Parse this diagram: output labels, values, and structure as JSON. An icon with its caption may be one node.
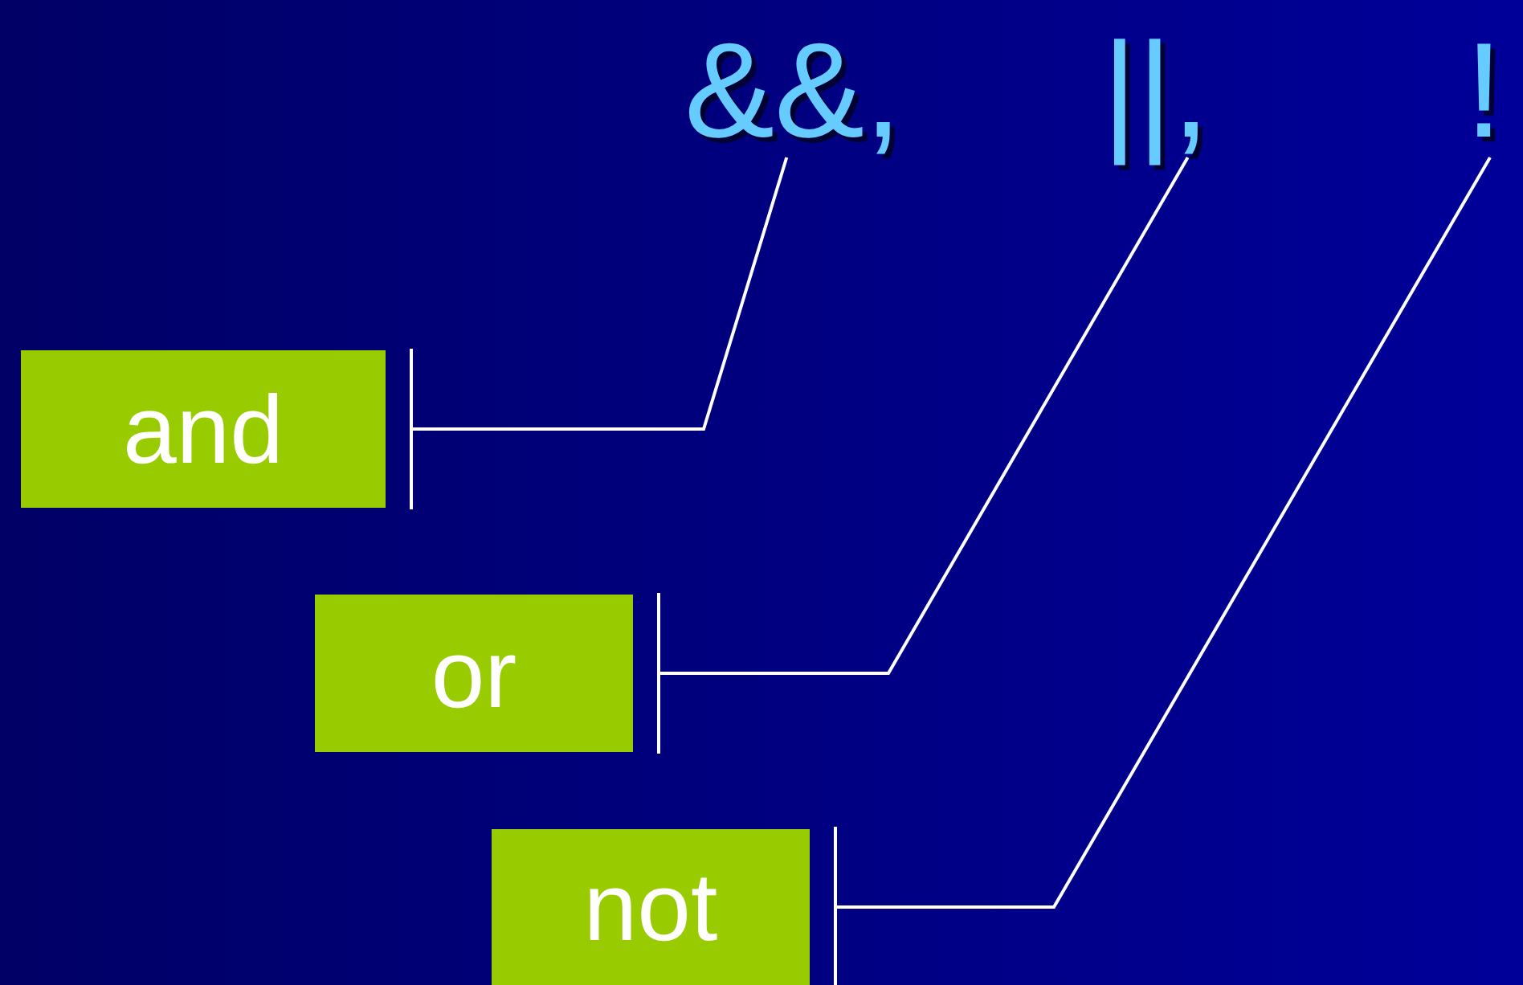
{
  "diagram": {
    "nodes": [
      {
        "text": [
          "&&,"
        ]
      },
      {
        "text": [
          "||,"
        ]
      },
      {
        "text": [
          "!"
        ]
      },
      {
        "text": [
          "and"
        ]
      },
      {
        "text": [
          "or"
        ]
      },
      {
        "text": [
          "not"
        ]
      }
    ],
    "edges": [
      {
        "from": 0,
        "to": 3,
        "arrow": "other"
      },
      {
        "from": 1,
        "to": 4,
        "arrow": "other"
      },
      {
        "from": 2,
        "to": 5,
        "arrow": "other"
      }
    ]
  }
}
